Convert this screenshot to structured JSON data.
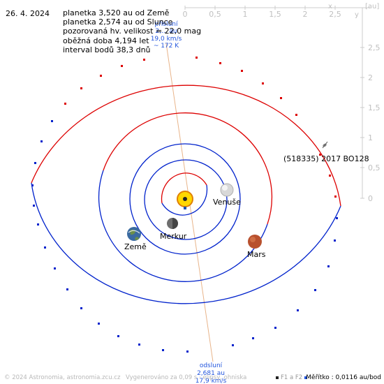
{
  "header": {
    "date": "26. 4. 2024",
    "lines": [
      "planetka 3,520 au od Země",
      "planetka 2,574 au od Slunce",
      "pozorovaná hv. velikost = 22,0 mag",
      "oběžná doba 4,194 let",
      "interval bodů 38,3 dnů"
    ]
  },
  "axis": {
    "unit": "[au]",
    "x_ticks": [
      "0",
      "0,5",
      "1",
      "1,5",
      "2",
      "2,5"
    ],
    "y_ticks": [
      "2,5",
      "2",
      "1,5",
      "1",
      "0,5",
      "0"
    ],
    "x_label": "x",
    "y_label": "y"
  },
  "perihelion": {
    "label": "přísluní",
    "rows": [
      "2,... au",
      "19,0 km/s",
      "~ 172 K"
    ]
  },
  "aphelion": {
    "label": "odsluní",
    "rows": [
      "2,681 au",
      "17,9 km/s"
    ]
  },
  "bodies": [
    {
      "name": "Venuše",
      "color": "#d8d8d8"
    },
    {
      "name": "Merkur",
      "color": "#6e6e6e"
    },
    {
      "name": "Země",
      "color": "#3a6aa0"
    },
    {
      "name": "Mars",
      "color": "#b8502e"
    }
  ],
  "asteroid": {
    "name": "(518335) 2017 BO128"
  },
  "colors": {
    "blue_orbit": "#0022cc",
    "red_orbit": "#dd0000",
    "axis": "#cccccc",
    "apsis_line": "#e8b48a",
    "sun": "#ffd700",
    "annotation": "#2255dd"
  },
  "footer": {
    "copyright": "© 2024 Astronomia, astronomia.zcu.cz",
    "note": "Vygenerováno za 0,09 s · elipsy, ohniska",
    "legend": "F1 a F2",
    "scale": "Měřítko : 0,0116 au/bod"
  }
}
